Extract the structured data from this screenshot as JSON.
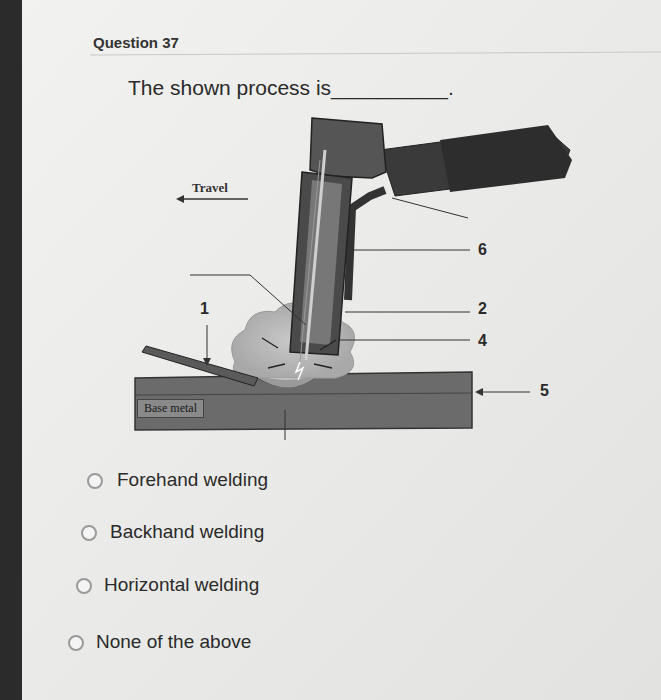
{
  "diagram": {
    "title": "Question 37",
    "nodes": [
      {
        "text": [
          "Base metal"
        ]
      }
    ],
    "labels": [
      "The shown process is__________.",
      "Travel",
      "6",
      "1",
      "2",
      "4",
      "5",
      "Forehand welding",
      "Backhand welding",
      "Horizontal welding",
      "None of the above"
    ]
  }
}
